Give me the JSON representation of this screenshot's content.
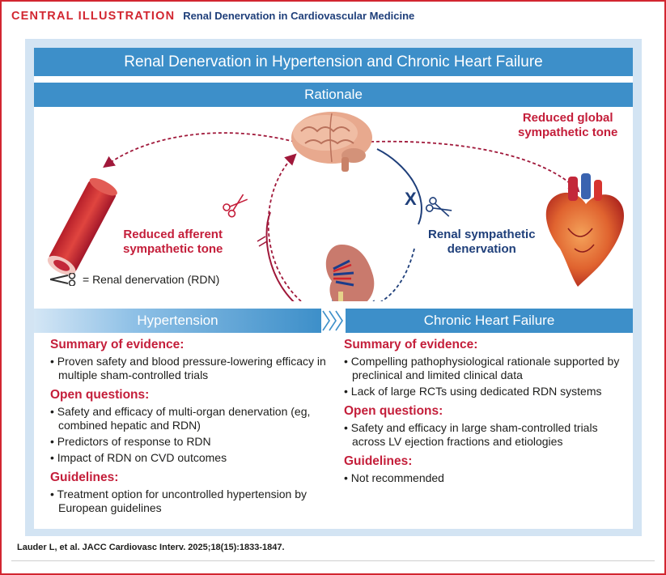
{
  "header": {
    "tag": "CENTRAL ILLUSTRATION",
    "title": "Renal Denervation in Cardiovascular Medicine"
  },
  "banner": {
    "main": "Renal Denervation in Hypertension and Chronic Heart Failure",
    "rationale": "Rationale"
  },
  "diagram": {
    "label_global_1": "Reduced global",
    "label_global_2": "sympathetic tone",
    "label_afferent_1": "Reduced afferent",
    "label_afferent_2": "sympathetic tone",
    "label_renal_1": "Renal sympathetic",
    "label_renal_2": "denervation",
    "legend": "= Renal denervation (RDN)",
    "x_mark": "X"
  },
  "tabs": {
    "hypertension": "Hypertension",
    "chf": "Chronic Heart Failure"
  },
  "hypertension": {
    "evidence_title": "Summary of evidence:",
    "evidence": [
      "Proven safety and blood pressure-lowering efficacy in multiple sham-controlled trials"
    ],
    "questions_title": "Open questions:",
    "questions": [
      "Safety and efficacy of multi-organ denervation (eg, combined hepatic and RDN)",
      "Predictors of response to RDN",
      "Impact of RDN on CVD outcomes"
    ],
    "guidelines_title": "Guidelines:",
    "guidelines": [
      "Treatment option for uncontrolled hypertension by European guidelines"
    ]
  },
  "chf": {
    "evidence_title": "Summary of evidence:",
    "evidence": [
      "Compelling pathophysiological rationale supported by preclinical and limited clinical data",
      "Lack of large RCTs using dedicated RDN systems"
    ],
    "questions_title": "Open questions:",
    "questions": [
      "Safety and efficacy in large sham-controlled trials across LV ejection fractions and etiologies"
    ],
    "guidelines_title": "Guidelines:",
    "guidelines": [
      "Not recommended"
    ]
  },
  "citation": "Lauder L, et al. JACC Cardiovasc Interv. 2025;18(15):1833-1847.",
  "colors": {
    "frame": "#d22630",
    "banner": "#3d8fc9",
    "panel": "#d3e4f3",
    "red_text": "#c41e3a",
    "navy_text": "#1f3f7a"
  },
  "icons": [
    "brain-icon",
    "blood-vessel-icon",
    "kidney-icon",
    "heart-icon",
    "scissors-icon"
  ]
}
